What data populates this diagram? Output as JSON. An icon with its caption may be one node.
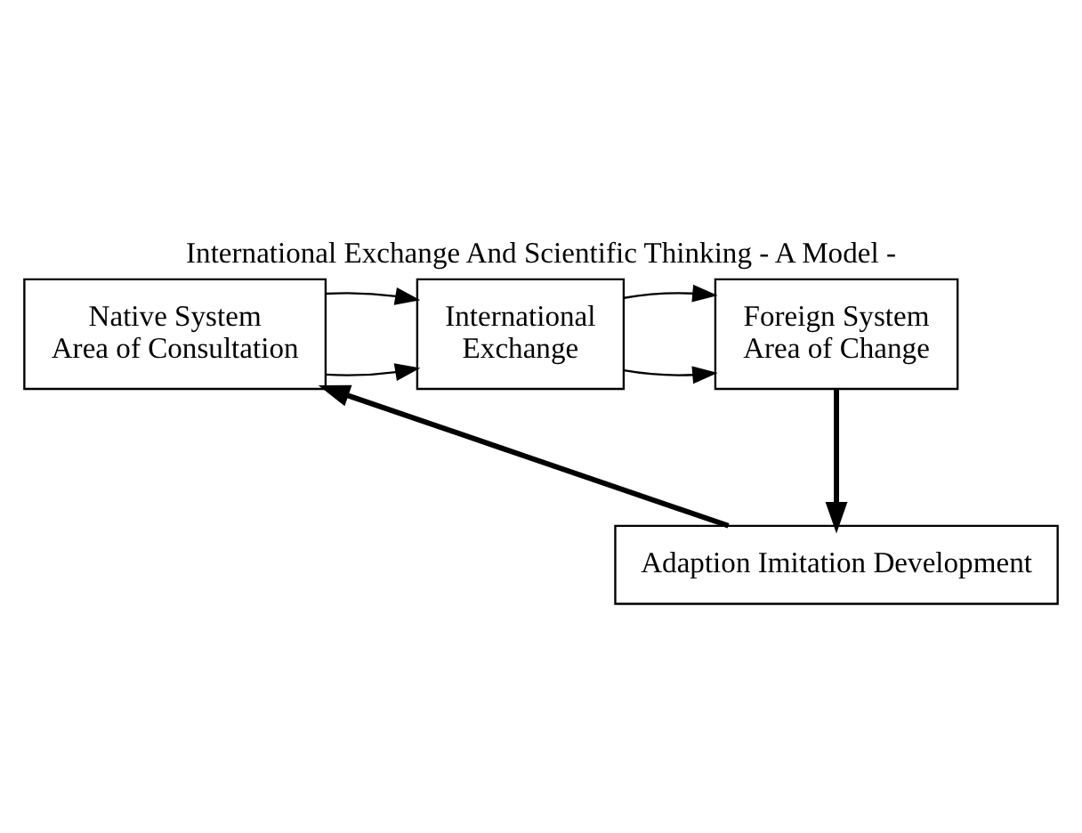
{
  "diagram": {
    "title": "International Exchange And Scientific Thinking - A Model -",
    "nodes": [
      {
        "text": [
          "Native System",
          "Area of Consultation"
        ]
      },
      {
        "text": [
          "International",
          "Exchange"
        ]
      },
      {
        "text": [
          "Foreign System",
          "Area of Change"
        ]
      },
      {
        "text": [
          "Adaption Imitation Development"
        ]
      }
    ],
    "edges": [
      {
        "from": 0,
        "to": 1,
        "arrow": "to"
      },
      {
        "from": 0,
        "to": 1,
        "arrow": "to"
      },
      {
        "from": 1,
        "to": 2,
        "arrow": "to"
      },
      {
        "from": 1,
        "to": 2,
        "arrow": "to"
      },
      {
        "from": 2,
        "to": 3,
        "arrow": "to",
        "style": "thick"
      },
      {
        "from": 3,
        "to": 0,
        "arrow": "to",
        "style": "thick"
      }
    ]
  }
}
